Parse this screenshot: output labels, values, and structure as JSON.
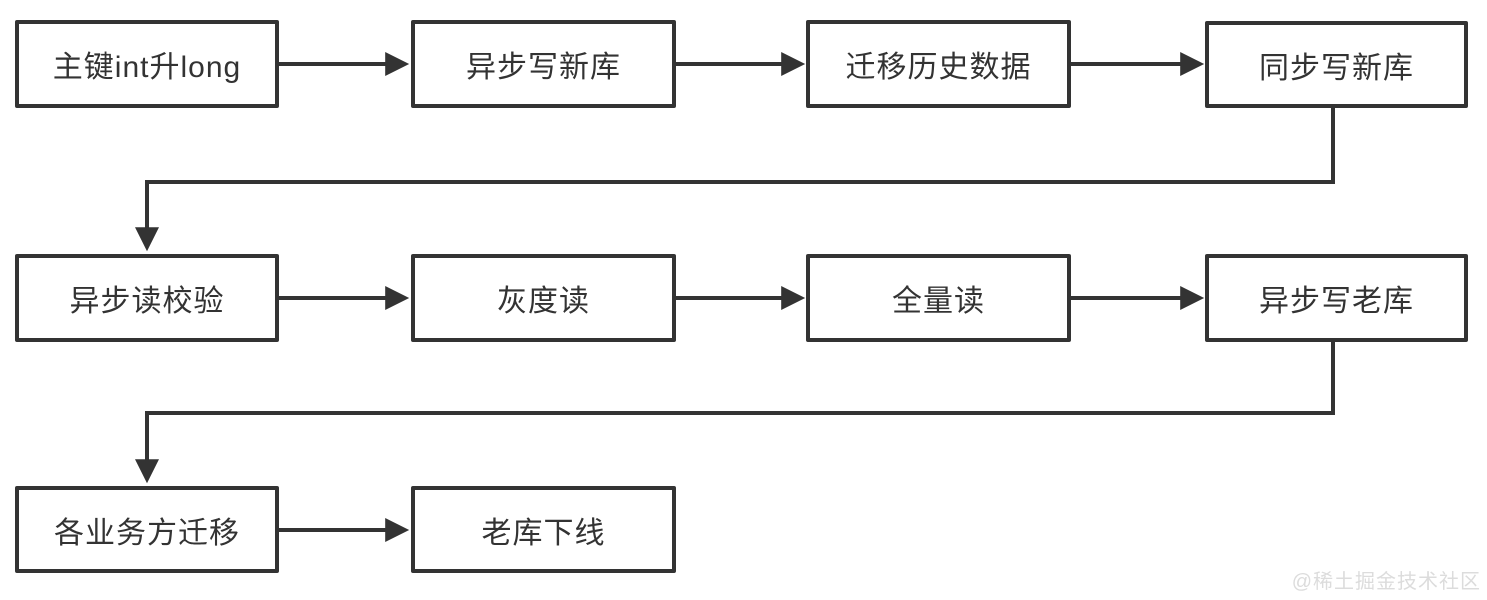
{
  "diagram": {
    "type": "flowchart",
    "nodes": [
      {
        "id": "pk-int-to-long",
        "label": "主键int升long"
      },
      {
        "id": "async-write-new-db",
        "label": "异步写新库"
      },
      {
        "id": "migrate-history",
        "label": "迁移历史数据"
      },
      {
        "id": "sync-write-new-db",
        "label": "同步写新库"
      },
      {
        "id": "async-read-verify",
        "label": "异步读校验"
      },
      {
        "id": "gray-read",
        "label": "灰度读"
      },
      {
        "id": "full-read",
        "label": "全量读"
      },
      {
        "id": "async-write-old-db",
        "label": "异步写老库"
      },
      {
        "id": "business-migration",
        "label": "各业务方迁移"
      },
      {
        "id": "old-db-offline",
        "label": "老库下线"
      }
    ],
    "edges": [
      {
        "from": "主键int升long",
        "to": "异步写新库",
        "shape": "straight"
      },
      {
        "from": "异步写新库",
        "to": "迁移历史数据",
        "shape": "straight"
      },
      {
        "from": "迁移历史数据",
        "to": "同步写新库",
        "shape": "straight"
      },
      {
        "from": "同步写新库",
        "to": "异步读校验",
        "shape": "elbow"
      },
      {
        "from": "异步读校验",
        "to": "灰度读",
        "shape": "straight"
      },
      {
        "from": "灰度读",
        "to": "全量读",
        "shape": "straight"
      },
      {
        "from": "全量读",
        "to": "异步写老库",
        "shape": "straight"
      },
      {
        "from": "异步写老库",
        "to": "各业务方迁移",
        "shape": "elbow"
      },
      {
        "from": "各业务方迁移",
        "to": "老库下线",
        "shape": "straight"
      }
    ],
    "colors": {
      "node_border": "#333333",
      "node_fill": "#ffffff",
      "arrow": "#333333",
      "text": "#333333",
      "background": "#ffffff",
      "watermark_text": "#dcdcdc"
    }
  },
  "watermark": {
    "text": "@稀土掘金技术社区"
  }
}
